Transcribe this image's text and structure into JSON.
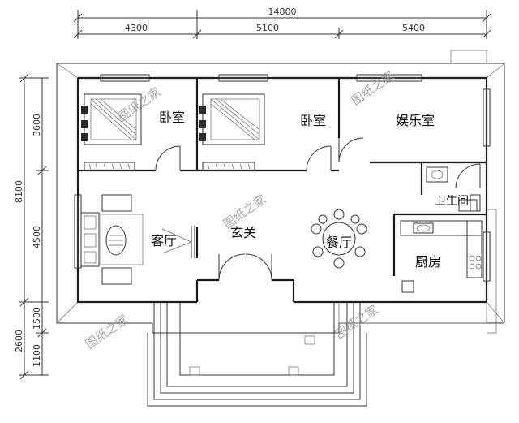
{
  "dimensions": {
    "top_total": "14800",
    "top_segments": [
      "4300",
      "5100",
      "5400"
    ],
    "left_total": "8100",
    "left_segments": [
      "3600",
      "4500",
      "1500",
      "2600",
      "1100"
    ]
  },
  "rooms": {
    "bedroom_1": "卧室",
    "bedroom_2": "卧室",
    "entertainment": "娱乐室",
    "bathroom": "卫生间",
    "living": "客厅",
    "foyer": "玄关",
    "dining": "餐厅",
    "kitchen": "厨房"
  },
  "watermark": "图纸之家",
  "colors": {
    "line": "#1a1a1a",
    "watermark": "#9a9a9a",
    "background": "#ffffff"
  }
}
